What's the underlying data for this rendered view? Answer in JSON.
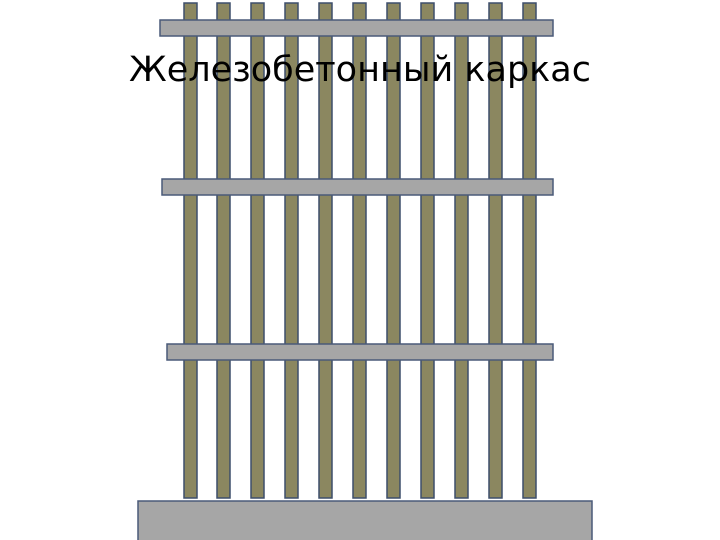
{
  "slide": {
    "title": "Железобетонный каркас"
  },
  "structure": {
    "vertical_rods": 11,
    "horizontal_bars": 3,
    "colors": {
      "rod_fill": "#8b8760",
      "rod_stroke": "#3d4e6b",
      "bar_fill": "#a6a6a6",
      "bar_stroke": "#4a5a78",
      "base_fill": "#a6a6a6",
      "base_stroke": "#4a5a78"
    }
  }
}
